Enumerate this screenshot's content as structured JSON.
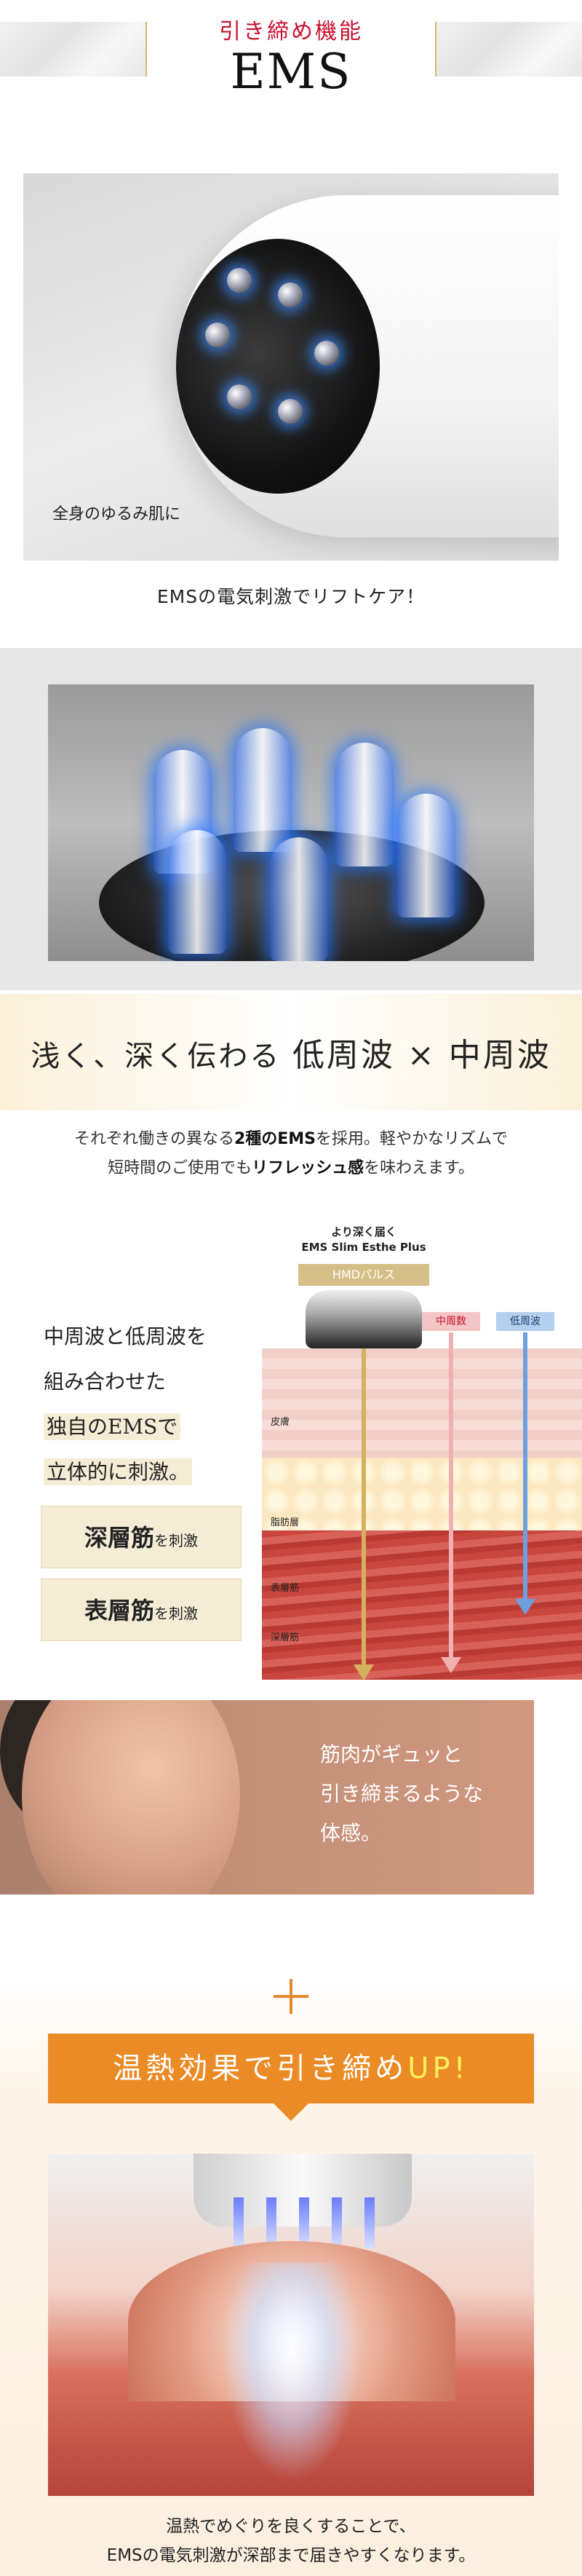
{
  "header": {
    "subtitle": "引き締め機能",
    "title": "EMS"
  },
  "block1": {
    "photo_caption": "全身のゆるみ肌に",
    "caption": "EMSの電気刺激でリフトケア！"
  },
  "band": {
    "prefix": "浅く、深く伝わる",
    "highlight": "低周波 × 中周波"
  },
  "intro": {
    "line1_a": "それぞれ働きの異なる",
    "line1_b": "2種のEMS",
    "line1_c": "を採用。軽やかなリズムで",
    "line2_a": "短時間のご使用でも",
    "line2_b": "リフレッシュ感",
    "line2_c": "を味わえます。"
  },
  "diagram": {
    "label_top": "より深く届く",
    "product": "EMS Slim Esthe Plus",
    "pulse": "HMDパルス",
    "mid_freq": "中周数",
    "low_freq": "低周波",
    "layers": {
      "skin": "皮膚",
      "fat": "脂肪層",
      "surface_muscle": "表層筋",
      "deep_muscle": "深層筋"
    }
  },
  "feature": {
    "line1": "中周波と低周波を",
    "line2": "組み合わせた",
    "line3": "独自のEMSで",
    "line4": "立体的に刺激。"
  },
  "buttons": {
    "deep_main": "深層筋",
    "deep_sub": "を刺激",
    "surface_main": "表層筋",
    "surface_sub": "を刺激"
  },
  "face": {
    "line1": "筋肉がギュッと",
    "line2": "引き締まるような",
    "line3": "体感。"
  },
  "heat": {
    "title_main": "温熱効果で引き締め",
    "title_up": "UP!",
    "caption1": "温熱でめぐりを良くすることで、",
    "caption2": "EMSの電気刺激が深部まで届きやすくなります。"
  },
  "colors": {
    "red": "#c8102e",
    "gold": "#d4b25d",
    "orange": "#eb8b26"
  }
}
